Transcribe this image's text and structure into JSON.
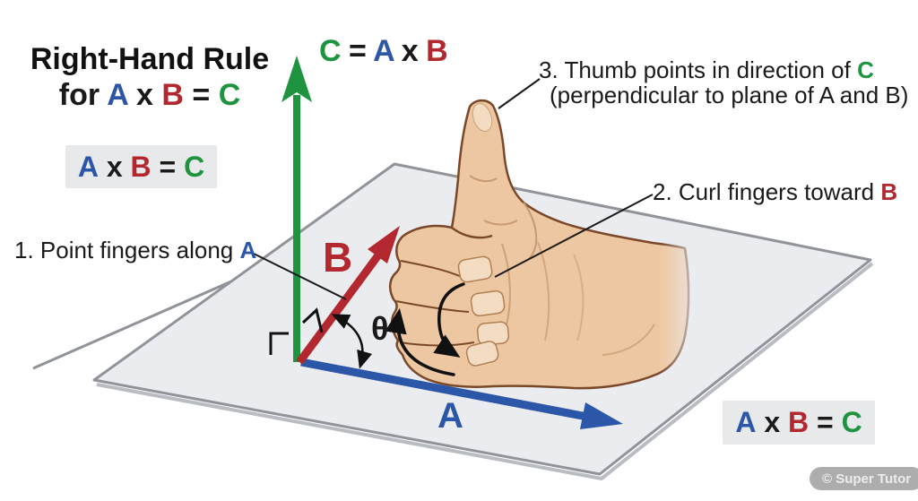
{
  "title": {
    "line1": "Right-Hand Rule",
    "line2": [
      {
        "t": "for ",
        "c": "k"
      },
      {
        "t": "A",
        "c": "b"
      },
      {
        "t": " x ",
        "c": "k"
      },
      {
        "t": "B",
        "c": "r"
      },
      {
        "t": " = ",
        "c": "k"
      },
      {
        "t": "C",
        "c": "g"
      }
    ]
  },
  "equation_top": [
    {
      "t": "C",
      "c": "g"
    },
    {
      "t": " = ",
      "c": "k"
    },
    {
      "t": "A",
      "c": "b"
    },
    {
      "t": " x ",
      "c": "k"
    },
    {
      "t": "B",
      "c": "r"
    }
  ],
  "formula": [
    {
      "t": "A",
      "c": "b"
    },
    {
      "t": " x ",
      "c": "k"
    },
    {
      "t": "B",
      "c": "r"
    },
    {
      "t": " = ",
      "c": "k"
    },
    {
      "t": "C",
      "c": "g"
    }
  ],
  "annotations": {
    "step1_text": "1. Point fingers along ",
    "step1_vector": "A",
    "step2_text": "2. Curl fingers toward ",
    "step2_vector": "B",
    "step3_text": "3. Thumb points in direction of ",
    "step3_vector": "C",
    "step3_line2": "(perpendicular to plane of A and B)"
  },
  "vector_labels": {
    "a": "A",
    "b": "B",
    "theta": "θ"
  },
  "watermark": "© Super Tutor",
  "colors": {
    "vector_a_blue": "#2C57A8",
    "vector_b_red": "#B2282E",
    "vector_c_green": "#1E9440",
    "plane_fill": "#EAECF0",
    "plane_border": "#909399",
    "formula_box_bg": "#E7E9EB",
    "skin": "#EDC7A2",
    "skin_outline": "#7A4828"
  }
}
